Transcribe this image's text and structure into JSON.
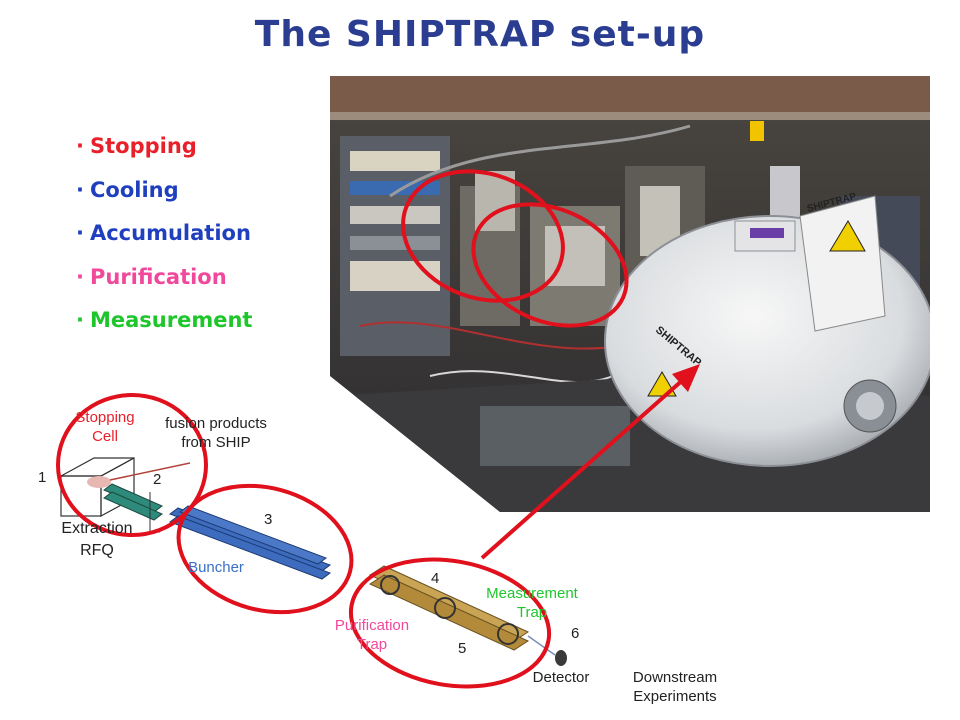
{
  "title": "The SHIPTRAP set-up",
  "bullets": [
    {
      "text": "Stopping",
      "color": "#e8202a"
    },
    {
      "text": "Cooling",
      "color": "#1f3fbf"
    },
    {
      "text": "Accumulation",
      "color": "#1f3fbf"
    },
    {
      "text": "Purification",
      "color": "#f0489a"
    },
    {
      "text": "Measurement",
      "color": "#1fc62b"
    }
  ],
  "photo": {
    "sign_text": "SHIPTRAP",
    "magnet_label": "SHIPTRAP"
  },
  "diagram": {
    "stopping_cell": "Stopping\nCell",
    "fusion_products": "fusion products\nfrom SHIP",
    "extraction_rfq": "Extraction\nRFQ",
    "buncher": "Buncher",
    "purification_trap": "Purification\nTrap",
    "measurement_trap": "Measurement\nTrap",
    "detector": "Detector",
    "downstream": "Downstream\nExperiments",
    "numbers": [
      "1",
      "2",
      "3",
      "4",
      "5",
      "6"
    ]
  },
  "colors": {
    "title": "#2b3d91",
    "highlight_ring": "#e0101c",
    "stopping_label": "#e8202a",
    "buncher_label": "#3a6fc8",
    "purification_label": "#f0489a",
    "measurement_label": "#1fc62b"
  }
}
